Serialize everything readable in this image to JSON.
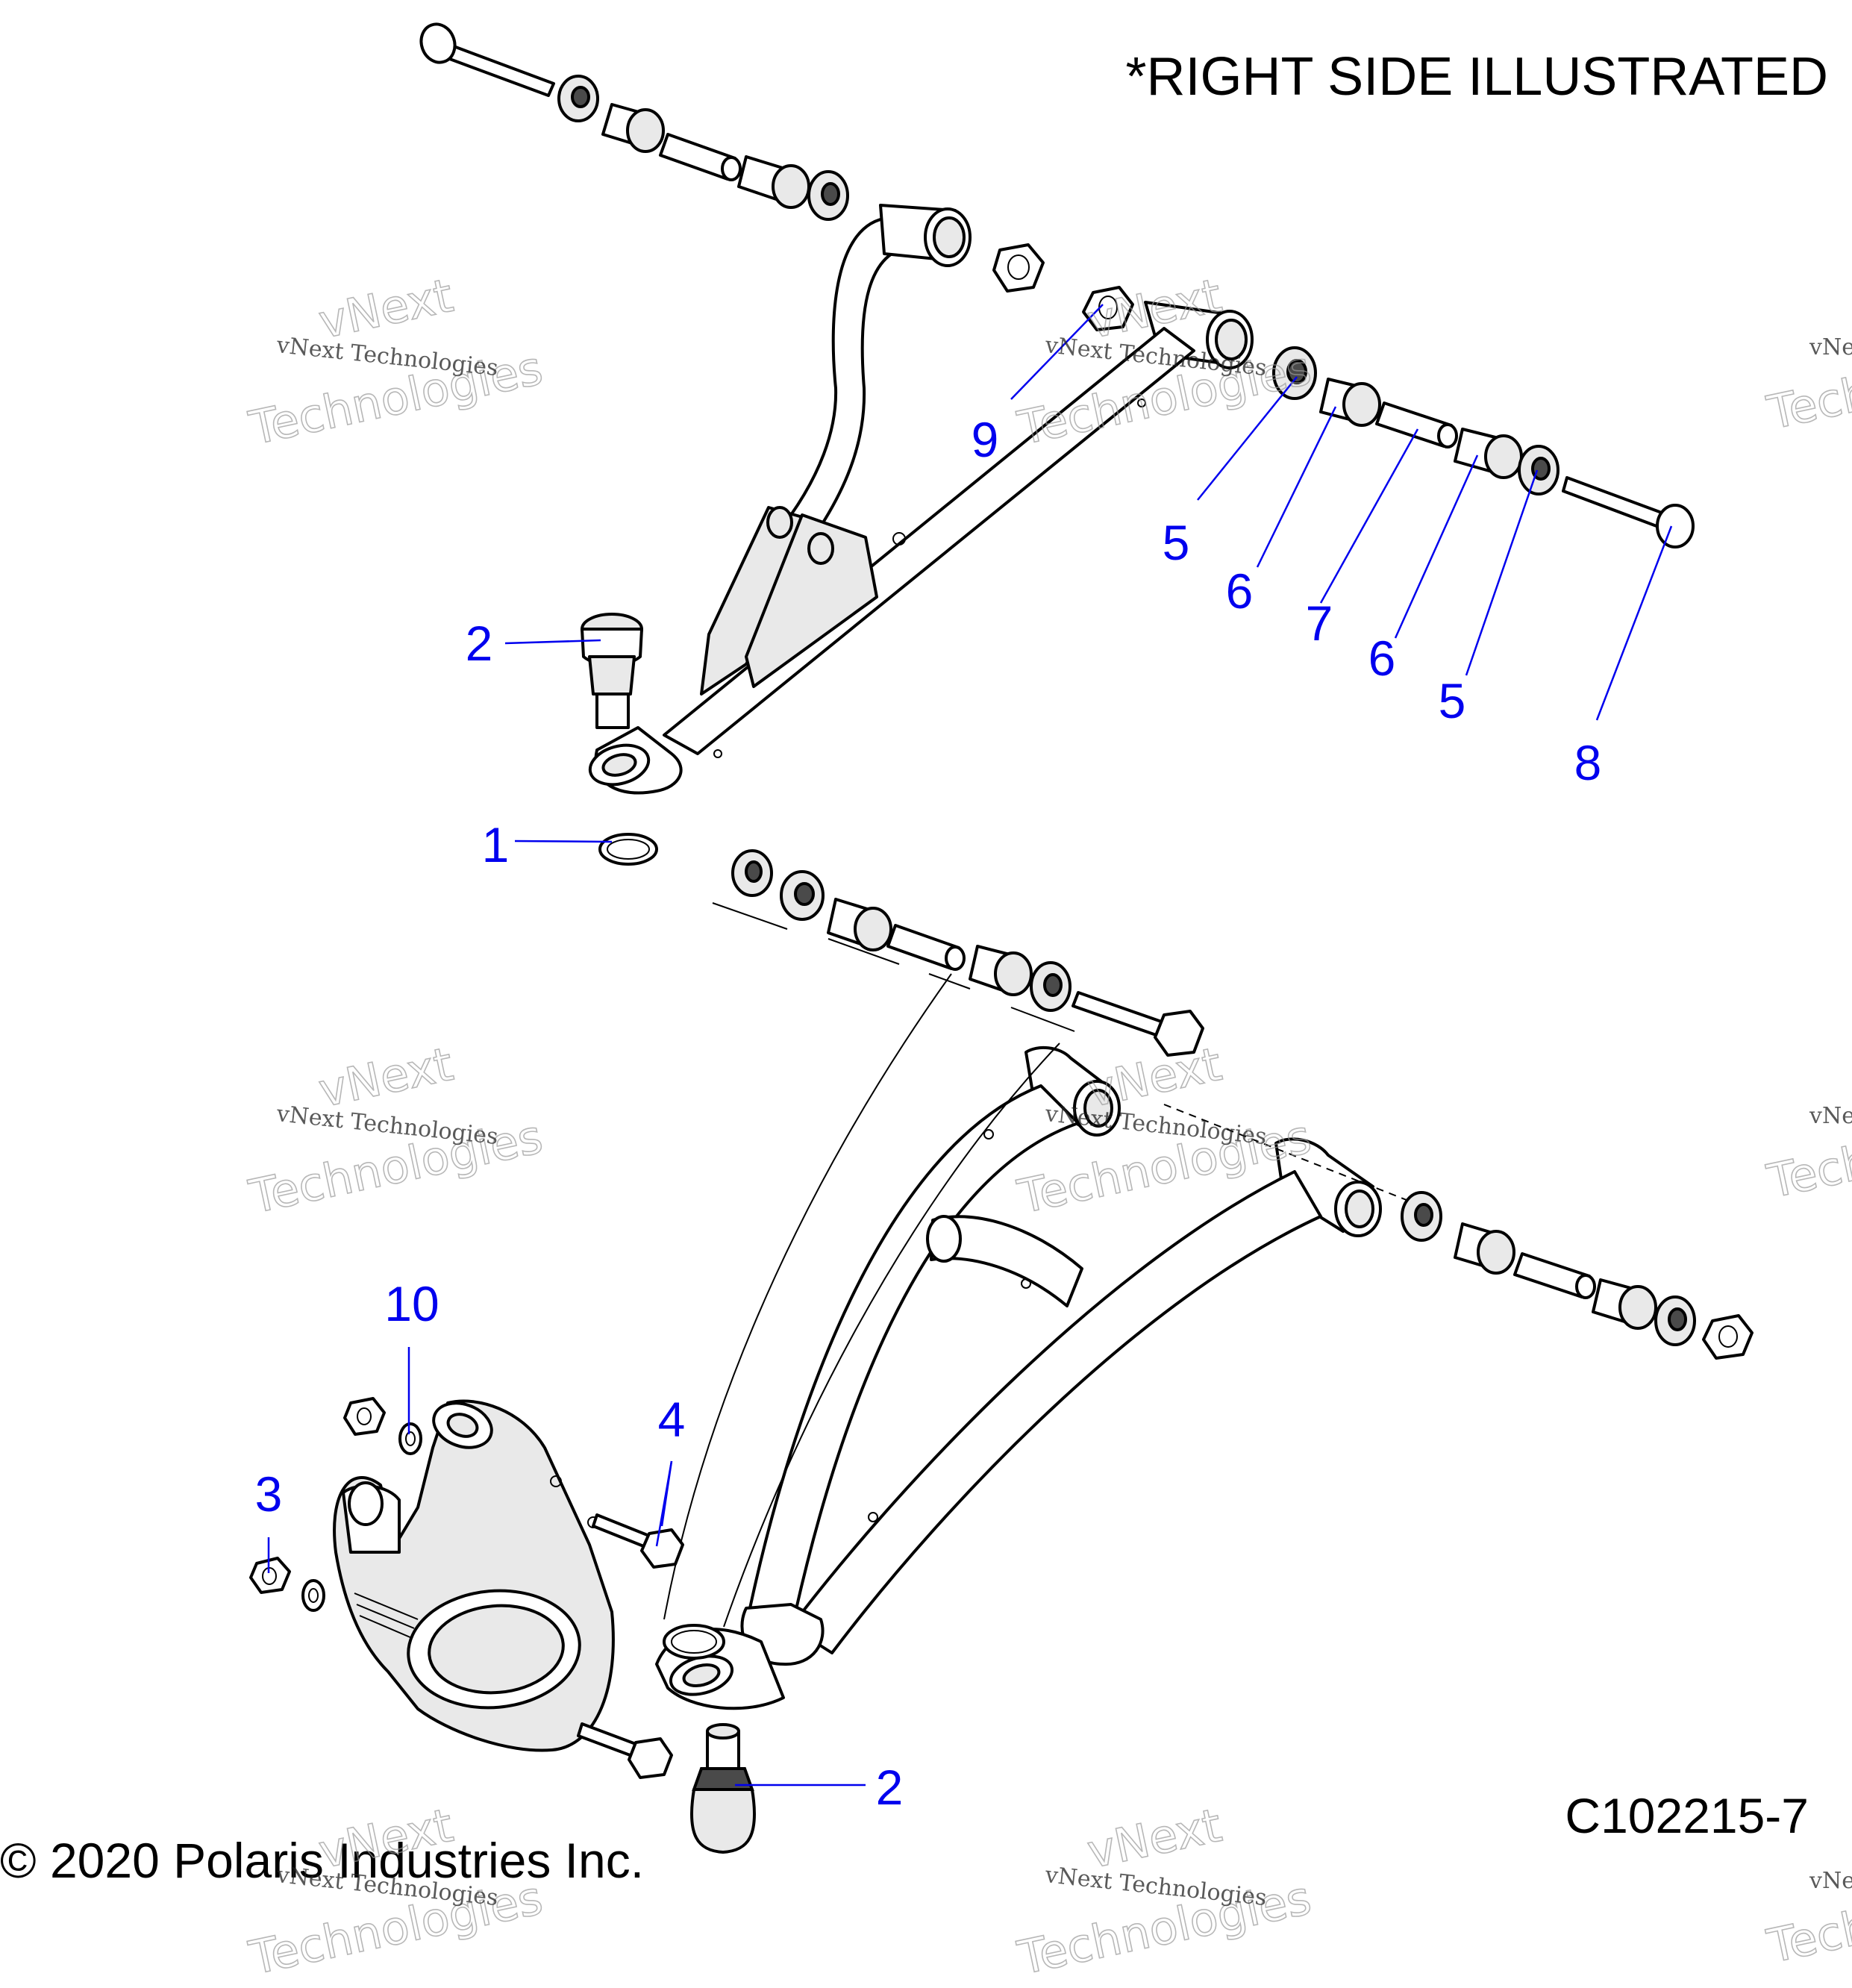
{
  "header": {
    "note": "*RIGHT SIDE ILLUSTRATED"
  },
  "footer": {
    "copyright": "© 2020 Polaris Industries Inc.",
    "reference_code": "C102215-7"
  },
  "watermark": {
    "line1": "vNext",
    "line2": "vNext Technologies",
    "line3": "Technologies"
  },
  "callouts": {
    "c1": "1",
    "c2a": "2",
    "c2b": "2",
    "c3": "3",
    "c4": "4",
    "c5a": "5",
    "c5b": "5",
    "c6a": "6",
    "c6b": "6",
    "c7": "7",
    "c8": "8",
    "c9": "9",
    "c10": "10"
  },
  "colors": {
    "callout": "#0000ee",
    "line": "#000000",
    "watermark": "#9a9a9a"
  }
}
